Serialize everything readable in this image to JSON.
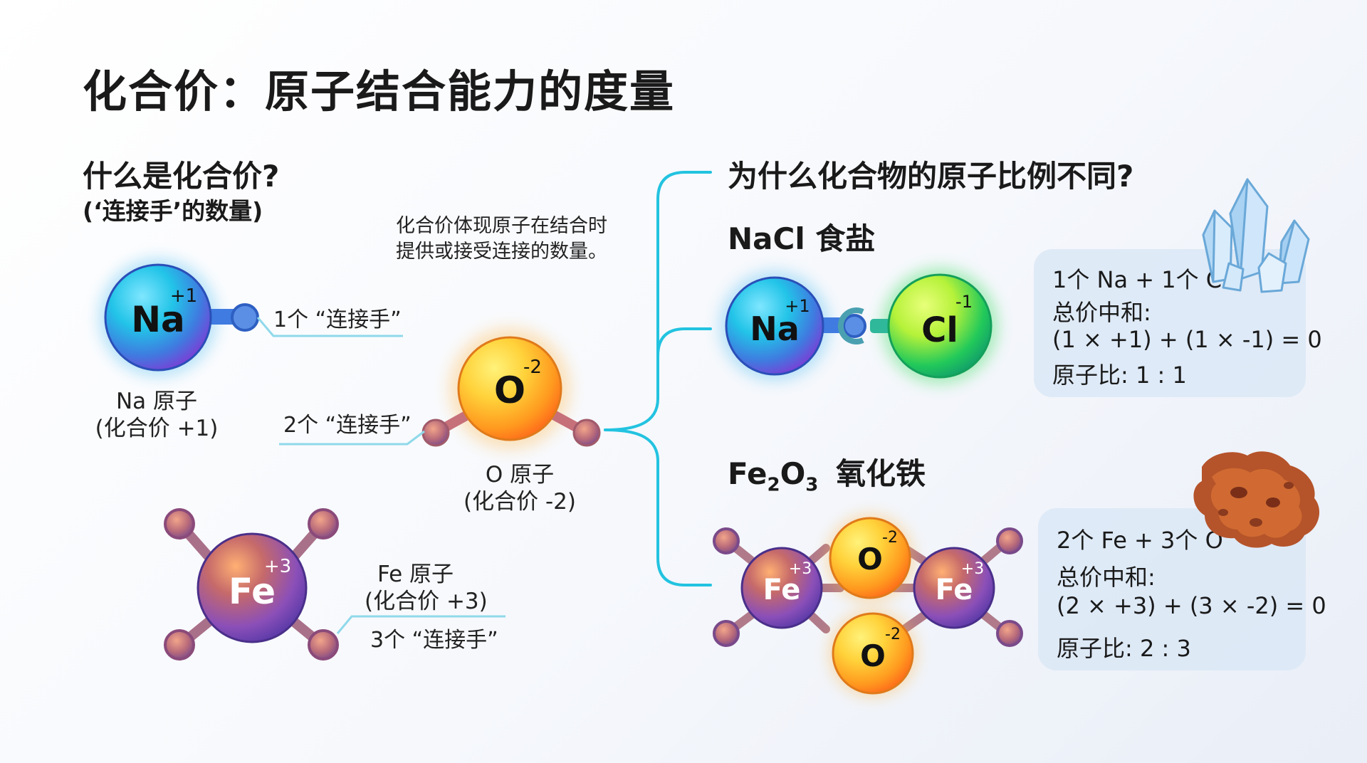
{
  "title": "化合价：原子结合能力的度量",
  "left": {
    "heading": "什么是化合价?",
    "heading_sub": "(‘连接手’的数量)",
    "note_line1": "化合价体现原子在结合时",
    "note_line2": "提供或接受连接的数量。",
    "na": {
      "symbol": "Na",
      "charge": "+1",
      "arm_label": "1个 “连接手”",
      "caption_line1": "Na 原子",
      "caption_line2": "(化合价 +1)"
    },
    "o": {
      "symbol": "O",
      "charge": "-2",
      "arm_label": "2个 “连接手”",
      "caption_line1": "O 原子",
      "caption_line2": "(化合价 -2)"
    },
    "fe": {
      "symbol": "Fe",
      "charge": "+3",
      "caption_line1": "Fe 原子",
      "caption_line2": "(化合价 +3)",
      "arm_label": "3个 “连接手”"
    }
  },
  "right": {
    "heading": "为什么化合物的原子比例不同?",
    "nacl": {
      "formula": "NaCl 食盐",
      "na_symbol": "Na",
      "na_charge": "+1",
      "cl_symbol": "Cl",
      "cl_charge": "-1",
      "card_line1": "1个 Na + 1个 Cl",
      "card_line2": "总价中和:",
      "card_line3": "(1 × +1) + (1 × -1) = 0",
      "card_line4": "原子比: 1 : 1"
    },
    "fe2o3": {
      "formula_main": "Fe",
      "formula_sub1": "2",
      "formula_o": "O",
      "formula_sub2": "3",
      "formula_name": "氧化铁",
      "fe_symbol": "Fe",
      "fe_charge": "+3",
      "o_symbol": "O",
      "o_charge": "-2",
      "card_line1": "2个 Fe + 3个 O",
      "card_line2": "总价中和:",
      "card_line3": "(2 × +3) + (3 × -2) = 0",
      "card_line4": "原子比: 2 : 3"
    }
  },
  "colors": {
    "na_gradient": [
      "#22c4e8",
      "#3f7be0",
      "#7a3fd6"
    ],
    "o_gradient": [
      "#ffd23a",
      "#ff9a1f",
      "#ff6b1a"
    ],
    "fe_gradient": [
      "#ff7a4a",
      "#8b4fb8",
      "#5a3aa8"
    ],
    "cl_gradient": [
      "#b6f23a",
      "#22c95a",
      "#12a06a"
    ],
    "connector": "#22c3e0",
    "card": "#dbe8f6"
  }
}
